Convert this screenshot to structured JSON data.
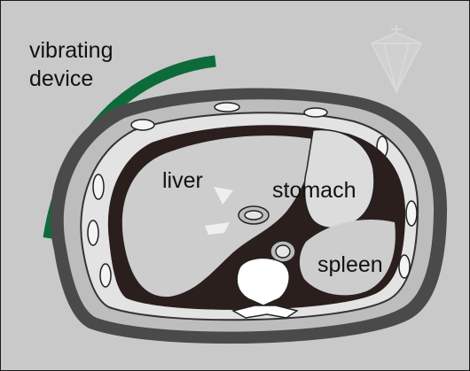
{
  "labels": {
    "device": "vibrating device",
    "liver": "liver",
    "stomach": "stomach",
    "spleen": "spleen"
  },
  "icons": {
    "watermark": "diamond-icon"
  },
  "colors": {
    "background": "#c9c9c9",
    "device": "#0d6b3a",
    "organ_fill": "#cdcdcd",
    "dark_tissue": "#2b1f1e",
    "skin": "#3a3a3a"
  }
}
